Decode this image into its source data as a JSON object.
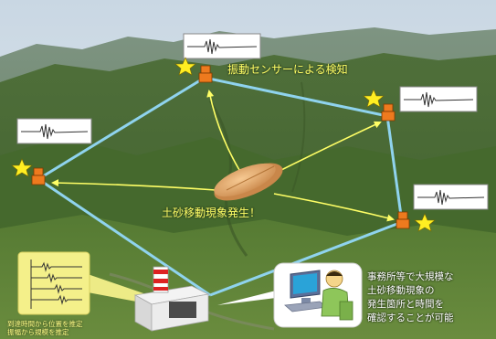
{
  "labels": {
    "sensor_detection": "振動センサーによる検知",
    "event": "土砂移動現象発生！",
    "office_lines": [
      "事務所等で大規模な",
      "土砂移動現象の",
      "発生箇所と時間を",
      "確認することが可能"
    ],
    "station_lines": [
      "到達時間から位置を推定",
      "振幅から規模を推定"
    ]
  },
  "colors": {
    "network_line": "#8fd3ee",
    "arrow": "#ffff66",
    "sensor": "#ee7a1e",
    "star": "#ffee22"
  },
  "icons": [
    "vibration-sensor-icon",
    "alert-star-icon",
    "seismogram-icon",
    "landslide-icon",
    "monitoring-station-icon",
    "operator-pc-icon"
  ]
}
